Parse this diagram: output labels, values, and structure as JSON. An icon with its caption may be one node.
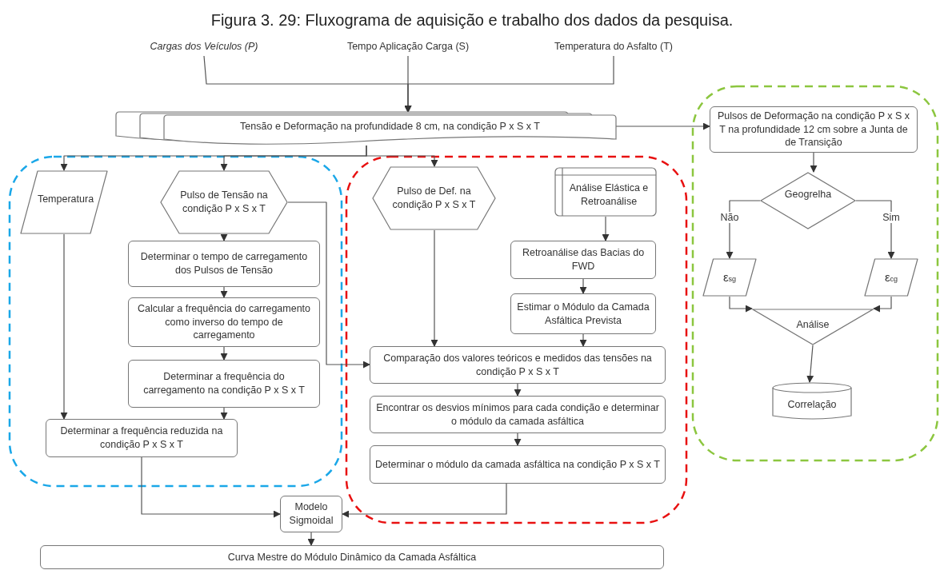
{
  "diagram": {
    "title": "Figura 3. 29: Fluxograma de aquisição e trabalho dos dados da pesquisa.",
    "nodes": [
      {
        "text": [
          "Cargas dos Veículos (P)"
        ]
      },
      {
        "text": [
          "Tempo Aplicação Carga (S)"
        ]
      },
      {
        "text": [
          "Temperatura do Asfalto (T)"
        ]
      },
      {
        "text": [
          "Tensão e Deformação na profundidade 8 cm, na condição P x S x T"
        ]
      },
      {
        "text": [
          "Pulsos de Deformação na condição P x S x T na profundidade 12 cm sobre a Junta de de Transição"
        ]
      },
      {
        "text": [
          "Temperatura"
        ]
      },
      {
        "text": [
          "Pulso de Tensão na condição P x S x T"
        ]
      },
      {
        "text": [
          "Pulso de Def. na condição P x S x T"
        ]
      },
      {
        "text": [
          "Análise Elástica e Retroanálise"
        ]
      },
      {
        "text": [
          "Geogrelha"
        ]
      },
      {
        "text": [
          "Determinar o tempo de carregamento dos Pulsos de Tensão"
        ]
      },
      {
        "text": [
          "Retroanálise das Bacias do FWD"
        ]
      },
      {
        "text": [
          "ε$_{sg}$"
        ]
      },
      {
        "text": [
          "ε$_{cg}$"
        ]
      },
      {
        "text": [
          "Calcular a frequência do carregamento como inverso do tempo de carregamento"
        ]
      },
      {
        "text": [
          "Estimar o Módulo da Camada Asfáltica Prevista"
        ]
      },
      {
        "text": [
          "Análise"
        ]
      },
      {
        "text": [
          "Determinar a frequência do carregamento na condição P x S x T"
        ]
      },
      {
        "text": [
          "Comparação dos valores teóricos e medidos das tensões na condição P x S x T"
        ]
      },
      {
        "text": [
          "Correlação"
        ]
      },
      {
        "text": [
          "Determinar a frequência reduzida na condição P x S x T"
        ]
      },
      {
        "text": [
          "Encontrar os desvios mínimos para cada condição e determinar o módulo da camada asfáltica"
        ]
      },
      {
        "text": [
          "Determinar o módulo da camada asfáltica na condição P x S x T"
        ]
      },
      {
        "text": [
          "Modelo Sigmoidal"
        ]
      },
      {
        "text": [
          "Curva Mestre do Módulo Dinâmico da Camada Asfáltica"
        ]
      }
    ],
    "edges": [
      {
        "from": 0,
        "to": 3,
        "arrow": "to"
      },
      {
        "from": 1,
        "to": 3,
        "arrow": "to"
      },
      {
        "from": 2,
        "to": 3,
        "arrow": "to"
      },
      {
        "from": 3,
        "to": 4,
        "arrow": "to"
      },
      {
        "from": 3,
        "to": 5,
        "arrow": "to"
      },
      {
        "from": 3,
        "to": 6,
        "arrow": "to"
      },
      {
        "from": 3,
        "to": 7,
        "arrow": "to"
      },
      {
        "from": 6,
        "to": 10,
        "arrow": "to"
      },
      {
        "from": 10,
        "to": 14,
        "arrow": "to"
      },
      {
        "from": 14,
        "to": 17,
        "arrow": "to"
      },
      {
        "from": 17,
        "to": 20,
        "arrow": "to"
      },
      {
        "from": 5,
        "to": 20,
        "arrow": "to"
      },
      {
        "from": 6,
        "to": 18,
        "arrow": "to"
      },
      {
        "from": 7,
        "to": 18,
        "arrow": "to"
      },
      {
        "from": 8,
        "to": 11,
        "arrow": "to"
      },
      {
        "from": 11,
        "to": 15,
        "arrow": "to"
      },
      {
        "from": 15,
        "to": 18,
        "arrow": "to"
      },
      {
        "from": 18,
        "to": 21,
        "arrow": "to"
      },
      {
        "from": 21,
        "to": 22,
        "arrow": "to"
      },
      {
        "from": 20,
        "to": 23,
        "arrow": "to"
      },
      {
        "from": 22,
        "to": 23,
        "arrow": "to"
      },
      {
        "from": 23,
        "to": 24,
        "arrow": "to"
      },
      {
        "from": 4,
        "to": 9,
        "arrow": "to"
      },
      {
        "from": 9,
        "to": 12,
        "arrow": "to",
        "label": "Não"
      },
      {
        "from": 9,
        "to": 13,
        "arrow": "to",
        "label": "Sim"
      },
      {
        "from": 12,
        "to": 16,
        "arrow": "to"
      },
      {
        "from": 13,
        "to": 16,
        "arrow": "to"
      },
      {
        "from": 16,
        "to": 19,
        "arrow": "to"
      }
    ]
  }
}
